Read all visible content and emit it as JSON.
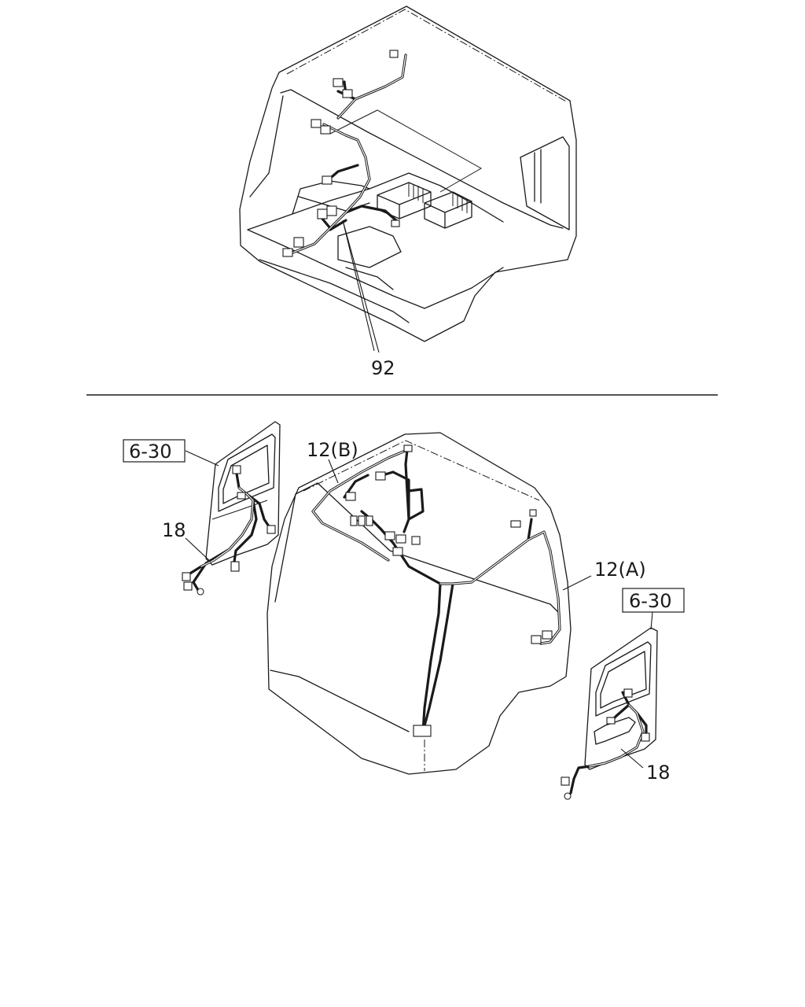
{
  "callouts": {
    "upper_harness": "92",
    "roof_harness_b": "12(B)",
    "roof_harness_a": "12(A)",
    "left_door_harness": "18",
    "right_door_harness": "18"
  },
  "references": {
    "left_door_ref": "6-30",
    "right_door_ref": "6-30"
  }
}
